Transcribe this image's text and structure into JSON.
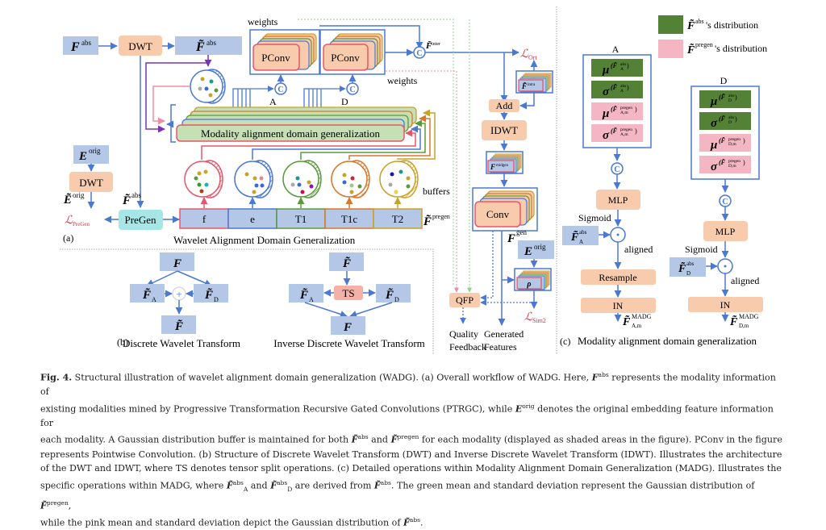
{
  "figure": {
    "panel_a": {
      "label": "(a)",
      "title": "Wavelet Alignment Domain Generalization",
      "inputs": {
        "f_abs": "F",
        "f_abs_sup": "abs",
        "f_tilde_abs": "F̃",
        "f_tilde_abs_sup": "abs",
        "e_orig": "E",
        "e_orig_sup": "orig",
        "e_tilde_orig": "Ẽ",
        "e_tilde_orig_sup": "orig",
        "f_tilde_abs_2": "F̃",
        "f_tilde_abs_2_sup": "abs"
      },
      "blocks": {
        "dwt_top": "DWT",
        "dwt_left": "DWT",
        "pregen": "PreGen",
        "pconv_a": "PConv",
        "pconv_d": "PConv",
        "madg": "Modality alignment domain generalization",
        "add": "Add",
        "idwt": "IDWT",
        "conv": "Conv",
        "qfp": "QFP",
        "rho": "ρ"
      },
      "labels": {
        "weights_top": "weights",
        "weights_bottom": "weights",
        "a": "A",
        "d": "D",
        "buffers": "buffers",
        "concat": "C",
        "f_inter": "F̃",
        "f_inter_sup": "inter",
        "f_intra": "F̃",
        "f_intra_sup": "intra",
        "f_midgen": "F",
        "f_midgen_sup": "midgen",
        "f_gen": "F",
        "f_gen_sup": "gen",
        "e_orig2": "E",
        "e_orig2_sup": "orig",
        "f_pregen": "F̃",
        "f_pregen_sup": "pregen",
        "quality_feedback_1": "Quality",
        "quality_feedback_2": "Feedback",
        "generated_features_1": "Generated",
        "generated_features_2": "Features"
      },
      "losses": {
        "ort": "ℒ",
        "ort_sub": "Ort",
        "pregen": "ℒ",
        "pregen_sub": "PreGen",
        "sim2": "ℒ",
        "sim2_sub": "Sim2"
      },
      "modalities": [
        "f",
        "e",
        "T1",
        "T1c",
        "T2"
      ],
      "modality_colors": [
        "#e8566b",
        "#4a78d4",
        "#5a9a3c",
        "#d9772a",
        "#c9a227"
      ]
    },
    "panel_b": {
      "label": "(b)",
      "dwt_title": "Discrete Wavelet Transform",
      "idwt_title": "Inverse Discrete Wavelet Transform",
      "f": "F",
      "f_tilde": "F̃",
      "sub_a": "A",
      "sub_d": "D",
      "plus": "+",
      "ts": "TS"
    },
    "panel_c": {
      "label": "(c)",
      "title": "Modality alignment domain generalization",
      "legend": {
        "abs_label": "'s distribution",
        "abs_sup": "abs",
        "abs_color": "#538135",
        "pregen_label": "'s distribution",
        "pregen_sup": "pregen",
        "pregen_color": "#f4b6c2"
      },
      "branch_a": {
        "title": "A",
        "rows": [
          {
            "sym": "μ",
            "arg": "(F̃",
            "sub": "A",
            "sup": "abs",
            "kind": "abs"
          },
          {
            "sym": "σ",
            "arg": "(F̃",
            "sub": "A",
            "sup": "abs",
            "kind": "abs"
          },
          {
            "sym": "μ",
            "arg": "(F̃",
            "sub": "A,m",
            "sup": "pregen",
            "kind": "pregen"
          },
          {
            "sym": "σ",
            "arg": "(F̃",
            "sub": "A,m",
            "sup": "pregen",
            "kind": "pregen"
          }
        ],
        "mlp": "MLP",
        "sigmoid": "Sigmoid",
        "input_sup": "abs",
        "input_sub": "A",
        "aligned": "aligned",
        "resample": "Resample",
        "in": "IN",
        "output_sup": "MADG",
        "output_sub": "A,m"
      },
      "branch_d": {
        "title": "D",
        "rows": [
          {
            "sym": "μ",
            "arg": "(F̃",
            "sub": "D",
            "sup": "abs",
            "kind": "abs"
          },
          {
            "sym": "σ",
            "arg": "(F̃",
            "sub": "D",
            "sup": "abs",
            "kind": "abs"
          },
          {
            "sym": "μ",
            "arg": "(F̃",
            "sub": "D,m",
            "sup": "pregen",
            "kind": "pregen"
          },
          {
            "sym": "σ",
            "arg": "(F̃",
            "sub": "D,m",
            "sup": "pregen",
            "kind": "pregen"
          }
        ],
        "mlp": "MLP",
        "sigmoid": "Sigmoid",
        "input_sup": "abs",
        "input_sub": "D",
        "aligned": "aligned",
        "in": "IN",
        "output_sup": "MADG",
        "output_sub": "D,m"
      }
    }
  },
  "caption": {
    "fig_label": "Fig. 4.",
    "line1_a": " Structural illustration of wavelet alignment domain generalization (WADG). (a) Overall workflow of WADG. Here, ",
    "line1_b": " represents the modality information of",
    "line2_a": "existing modalities mined by Progressive Transformation Recursive Gated Convolutions (PTRGC), while ",
    "line2_b": " denotes the original embedding feature information for",
    "line3_a": "each modality. A Gaussian distribution buffer is maintained for both ",
    "line3_b": " and ",
    "line3_c": " for each modality (displayed as shaded areas in the figure). PConv in the figure",
    "line4": "represents Pointwise Convolution. (b) Structure of Discrete Wavelet Transform (DWT) and Inverse Discrete Wavelet Transform (IDWT). Illustrates the architecture",
    "line5": "of the DWT and IDWT, where TS denotes tensor split operations. (c) Detailed operations within Modality Alignment Domain Generalization (MADG). Illustrates the",
    "line6_a": "specific operations within MADG, where ",
    "line6_b": " and ",
    "line6_c": " are derived from ",
    "line6_d": ". The green mean and standard deviation represent the Gaussian distribution of ",
    "line6_e": ",",
    "line7_a": "while the pink mean and standard deviation depict the Gaussian distribution of ",
    "line7_b": ".",
    "sym_F": "F",
    "sym_Ft": "F̃",
    "sym_E": "E",
    "sup_abs": "abs",
    "sup_orig": "orig",
    "sup_pregen": "pregen",
    "sub_A": "A",
    "sub_D": "D"
  }
}
